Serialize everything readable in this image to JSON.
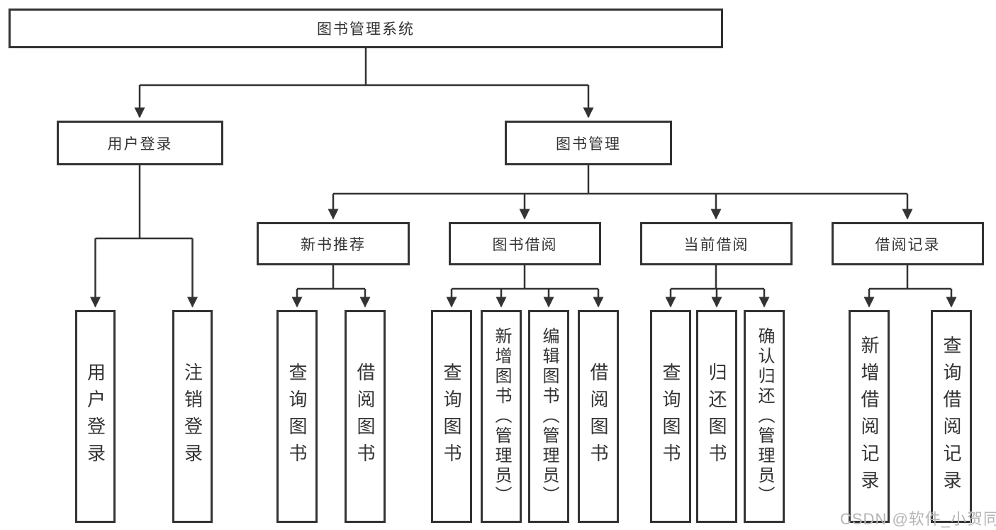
{
  "diagram": {
    "title": "图书管理系统",
    "nodes": {
      "root": "图书管理系统",
      "user_login": "用户登录",
      "book_mgmt": "图书管理",
      "new_book_rec": "新书推荐",
      "book_borrow": "图书借阅",
      "current_borrow": "当前借阅",
      "borrow_records": "借阅记录",
      "ul_leaves": [
        "用户登录",
        "注销登录"
      ],
      "nb_leaves": [
        "查询图书",
        "借阅图书"
      ],
      "bb_leaves": [
        "查询图书",
        "新增图书（管理员）",
        "编辑图书（管理员）",
        "借阅图书"
      ],
      "cb_leaves": [
        "查询图书",
        "归还图书",
        "确认归还（管理员）"
      ],
      "br_leaves": [
        "新增借阅记录",
        "查询借阅记录"
      ]
    },
    "colors": {
      "line": "#333333",
      "box_border": "#333333",
      "box_fill": "#ffffff",
      "text": "#333333",
      "watermark": "#b5b5b5"
    },
    "watermark": "CSDN @软件_小贺同学"
  }
}
